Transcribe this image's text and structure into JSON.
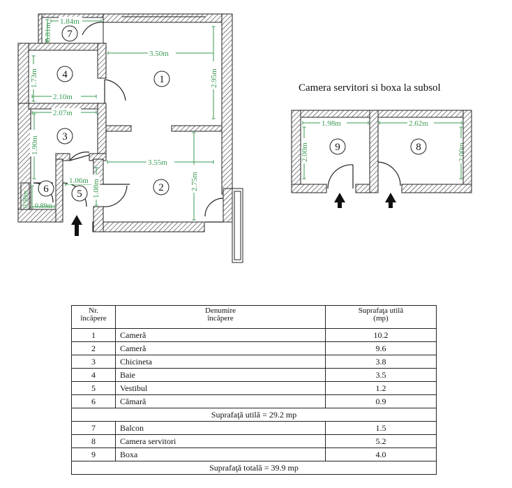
{
  "plan": {
    "rooms": [
      "1",
      "2",
      "3",
      "4",
      "5",
      "6",
      "7",
      "8",
      "9"
    ],
    "dimensions": {
      "d_1_84": "1.84m",
      "d_0_81": "0.81m",
      "d_3_50": "3.50m",
      "d_2_95": "2.95m",
      "d_1_73": "1.73m",
      "d_2_10": "2.10m",
      "d_2_07": "2.07m",
      "d_1_90": "1.90m",
      "d_3_55": "3.55m",
      "d_2_75": "2.75m",
      "d_1_06": "1.06m",
      "d_1_08": "1.08m",
      "d_0_89": "0.89m",
      "d_0_98": "0.98m",
      "d_1_98": "1.98m",
      "d_2_62": "2.62m",
      "d_2_00a": "2.00m",
      "d_2_00b": "2.00m"
    }
  },
  "subsol_title": "Camera servitori si boxa la subsol",
  "table": {
    "headers": {
      "nr": [
        "Nr.",
        "încăpere"
      ],
      "name": [
        "Denumire",
        "încăpere"
      ],
      "area": [
        "Suprafaţa utilă",
        "(mp)"
      ]
    },
    "rows_a": [
      {
        "nr": "1",
        "name": "Cameră",
        "area": "10.2"
      },
      {
        "nr": "2",
        "name": "Cameră",
        "area": "9.6"
      },
      {
        "nr": "3",
        "name": "Chicineta",
        "area": "3.8"
      },
      {
        "nr": "4",
        "name": "Baie",
        "area": "3.5"
      },
      {
        "nr": "5",
        "name": "Vestibul",
        "area": "1.2"
      },
      {
        "nr": "6",
        "name": "Cămară",
        "area": "0.9"
      }
    ],
    "summary_a": "Suprafaţă utilă = 29.2 mp",
    "rows_b": [
      {
        "nr": "7",
        "name": "Balcon",
        "area": "1.5"
      },
      {
        "nr": "8",
        "name": "Camera servitori",
        "area": "5.2"
      },
      {
        "nr": "9",
        "name": "Boxa",
        "area": "4.0"
      }
    ],
    "summary_b": "Suprafaţă totală = 39.9 mp"
  }
}
